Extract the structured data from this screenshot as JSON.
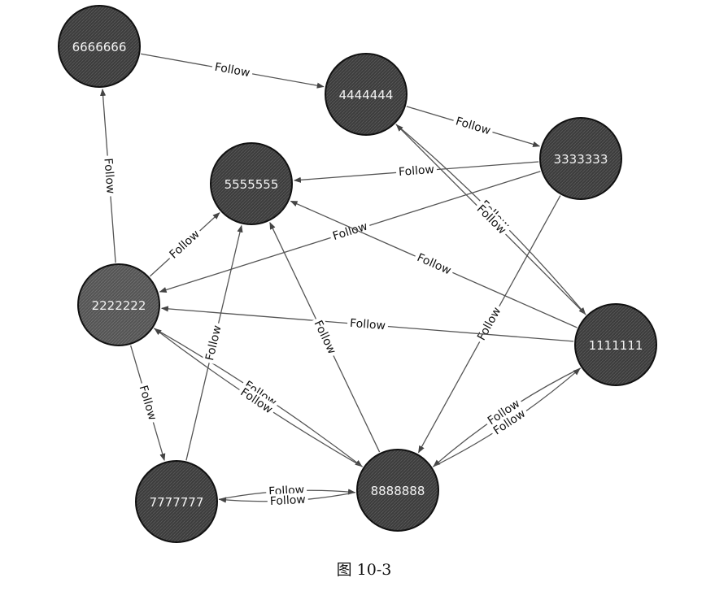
{
  "figure": {
    "caption": "图 10-3"
  },
  "colors": {
    "node_fill": "#3d3d3d",
    "node_stroke": "#111111",
    "edge": "#555555",
    "text_light": "#f4f4f4"
  },
  "nodes": [
    {
      "id": "n1",
      "label": "1111111"
    },
    {
      "id": "n2",
      "label": "2222222"
    },
    {
      "id": "n3",
      "label": "3333333"
    },
    {
      "id": "n4",
      "label": "4444444"
    },
    {
      "id": "n5",
      "label": "5555555"
    },
    {
      "id": "n6",
      "label": "6666666"
    },
    {
      "id": "n7",
      "label": "7777777"
    },
    {
      "id": "n8",
      "label": "8888888"
    }
  ],
  "edges": [
    {
      "from": "6666666",
      "to": "4444444",
      "label": "Follow"
    },
    {
      "from": "4444444",
      "to": "3333333",
      "label": "Follow"
    },
    {
      "from": "4444444",
      "to": "1111111",
      "label": "Follow"
    },
    {
      "from": "3333333",
      "to": "5555555",
      "label": "Follow"
    },
    {
      "from": "3333333",
      "to": "2222222",
      "label": "Follow"
    },
    {
      "from": "3333333",
      "to": "8888888",
      "label": "Follow"
    },
    {
      "from": "1111111",
      "to": "4444444",
      "label": "Follow"
    },
    {
      "from": "1111111",
      "to": "5555555",
      "label": "Follow"
    },
    {
      "from": "1111111",
      "to": "2222222",
      "label": "Follow"
    },
    {
      "from": "1111111",
      "to": "8888888",
      "label": "Follow"
    },
    {
      "from": "8888888",
      "to": "1111111",
      "label": "Follow"
    },
    {
      "from": "2222222",
      "to": "6666666",
      "label": "Follow"
    },
    {
      "from": "2222222",
      "to": "5555555",
      "label": "Follow"
    },
    {
      "from": "2222222",
      "to": "7777777",
      "label": "Follow"
    },
    {
      "from": "2222222",
      "to": "8888888",
      "label": "Follow"
    },
    {
      "from": "8888888",
      "to": "2222222",
      "label": "Follow"
    },
    {
      "from": "8888888",
      "to": "5555555",
      "label": "Follow"
    },
    {
      "from": "7777777",
      "to": "5555555",
      "label": "Follow"
    },
    {
      "from": "7777777",
      "to": "8888888",
      "label": "Follow"
    },
    {
      "from": "8888888",
      "to": "7777777",
      "label": "Follow"
    }
  ]
}
